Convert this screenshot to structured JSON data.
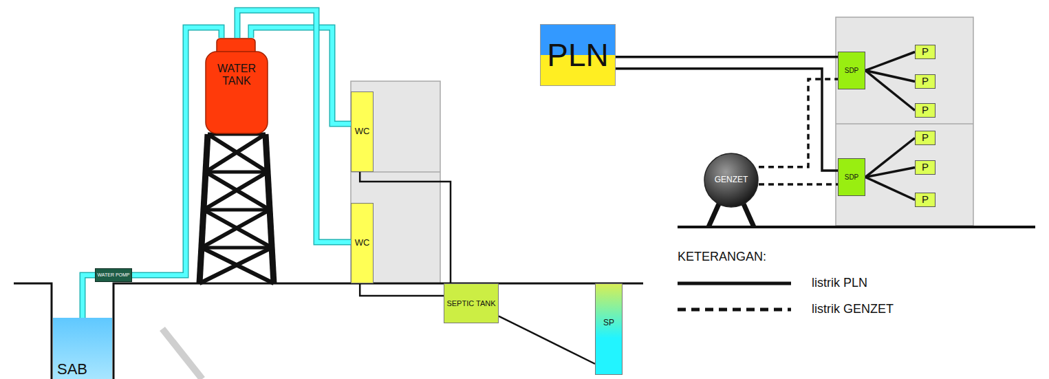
{
  "diagram": {
    "nodes": [
      {
        "text": [
          "SAB"
        ]
      },
      {
        "text": [
          "WATER POMP"
        ]
      },
      {
        "text": [
          "WATER TANK"
        ]
      },
      {
        "text": [
          "WC"
        ]
      },
      {
        "text": [
          "WC"
        ]
      },
      {
        "text": [
          "SEPTIC TANK"
        ]
      },
      {
        "text": [
          "SP"
        ]
      },
      {
        "text": [
          "PLN"
        ]
      },
      {
        "text": [
          "SDP"
        ]
      },
      {
        "text": [
          "P"
        ]
      },
      {
        "text": [
          "P"
        ]
      },
      {
        "text": [
          "P"
        ]
      },
      {
        "text": [
          "SDP"
        ]
      },
      {
        "text": [
          "P"
        ]
      },
      {
        "text": [
          "P"
        ]
      },
      {
        "text": [
          "P"
        ]
      },
      {
        "text": [
          "GENZET"
        ]
      }
    ],
    "edges": [
      {
        "from": 0,
        "to": 1,
        "arrow": "none"
      },
      {
        "from": 1,
        "to": 2,
        "arrow": "none"
      },
      {
        "from": 2,
        "to": 3,
        "arrow": "none"
      },
      {
        "from": 2,
        "to": 4,
        "arrow": "none"
      },
      {
        "from": 3,
        "to": 5,
        "arrow": "none"
      },
      {
        "from": 4,
        "to": 5,
        "arrow": "none"
      },
      {
        "from": 5,
        "to": 6,
        "arrow": "none"
      },
      {
        "from": 7,
        "to": 8,
        "arrow": "none"
      },
      {
        "from": 7,
        "to": 12,
        "arrow": "none"
      },
      {
        "from": 8,
        "to": 9,
        "arrow": "none"
      },
      {
        "from": 8,
        "to": 10,
        "arrow": "none"
      },
      {
        "from": 8,
        "to": 11,
        "arrow": "none"
      },
      {
        "from": 12,
        "to": 13,
        "arrow": "none"
      },
      {
        "from": 12,
        "to": 14,
        "arrow": "none"
      },
      {
        "from": 12,
        "to": 15,
        "arrow": "none"
      },
      {
        "from": 16,
        "to": 8,
        "arrow": "none"
      },
      {
        "from": 16,
        "to": 12,
        "arrow": "none"
      }
    ],
    "labels": [
      "KETERANGAN:"
    ],
    "legend": [
      {
        "text": "listrik PLN"
      },
      {
        "text": "listrik GENZET"
      }
    ]
  }
}
